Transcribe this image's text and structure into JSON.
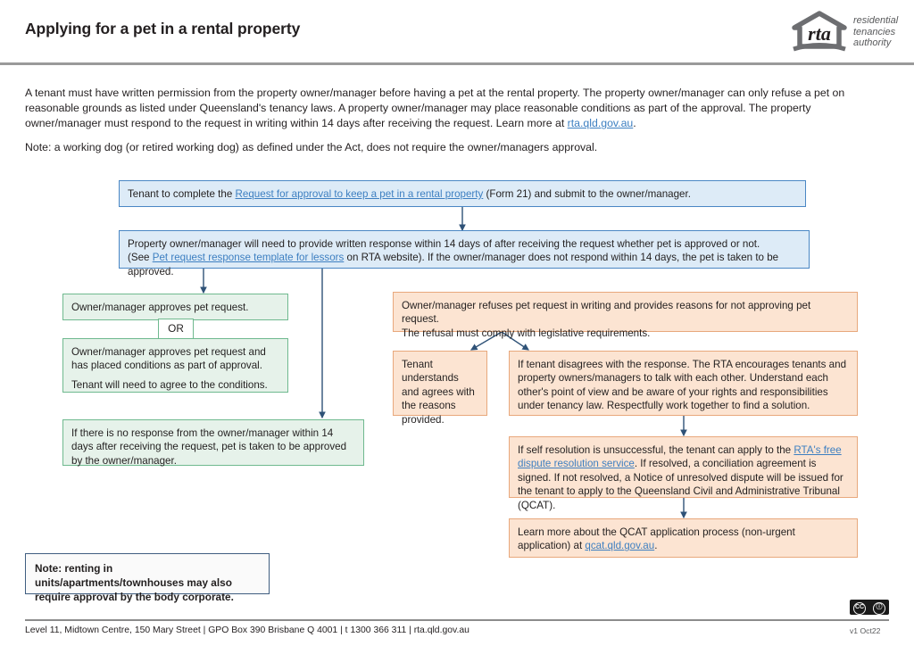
{
  "header": {
    "title": "Applying for a pet in a rental property",
    "logo": {
      "mark_text": "rta",
      "words": "residential\ntenancies\nauthority",
      "words_line1": "residential",
      "words_line2": "tenancies",
      "words_line3": "authority"
    }
  },
  "intro": {
    "paragraph_1_before_link": "A tenant must have written permission from the property owner/manager before having a pet at the rental property. The property owner/manager can only refuse a pet on reasonable grounds as listed under Queensland's tenancy laws. A property owner/manager may place reasonable conditions as part of the approval. The property owner/manager must respond to the request in writing within 14 days after receiving the request. Learn more at ",
    "paragraph_1_link": "rta.qld.gov.au",
    "paragraph_1_after_link": ".",
    "note": "Note: a working dog (or retired working dog) as defined under the Act, does not require the owner/managers approval."
  },
  "flow": {
    "step_tenant_form": {
      "before_link": "Tenant to complete the ",
      "link": "Request for approval to keep a pet in a rental property",
      "after_link": " (Form 21) and submit to the owner/manager."
    },
    "step_owner_response": {
      "line1": "Property owner/manager will need to provide written response within 14 days of after receiving the request whether pet is approved or not.",
      "line2_before_link": "(See ",
      "line2_link": "Pet request response template for lessors",
      "line2_after_link": " on RTA website).  If the owner/manager does not respond within 14 days, the pet is taken to be approved."
    },
    "approve_simple": "Owner/manager approves pet request.",
    "or_badge": "OR",
    "approve_conditions": {
      "line1": "Owner/manager approves pet request and has placed conditions as part of approval.",
      "line2": "Tenant will need to agree to the conditions."
    },
    "no_response": "If there is no response from the owner/manager within 14 days after receiving the request, pet is taken to be approved by the owner/manager.",
    "refusal": {
      "line1": "Owner/manager refuses pet request in writing and provides reasons for not approving pet request.",
      "line2": "The refusal must comply with legislative requirements."
    },
    "tenant_agrees": "Tenant understands and agrees with the reasons provided.",
    "tenant_disagrees": "If tenant disagrees with the response. The RTA encourages tenants and property owners/managers to talk with each other. Understand each other's point of view and be aware of your rights and responsibilities under tenancy law. Respectfully work together to find a solution.",
    "self_resolution": {
      "before_link": "If self resolution is unsuccessful, the tenant can apply to the ",
      "link": "RTA's free dispute resolution service",
      "after_link": ". If resolved, a conciliation agreement is signed. If not resolved, a Notice of unresolved dispute will be issued for the tenant to apply to the Queensland Civil and Administrative Tribunal (QCAT)."
    },
    "qcat": {
      "before_link": "Learn more about the QCAT application process (non-urgent application) at ",
      "link": "qcat.qld.gov.au",
      "after_link": "."
    },
    "body_corporate_note": "Note: renting in units/apartments/townhouses may also require approval by the body corporate."
  },
  "footer": {
    "address": "Level 11, Midtown Centre, 150 Mary Street | GPO Box 390 Brisbane Q 4001 | t 1300 366 311 | rta.qld.gov.au",
    "version": "v1 Oct22",
    "licence_cc": "CC",
    "licence_by": "ⓘ"
  },
  "colors": {
    "blue_fill": "#ddebf7",
    "blue_border": "#4a87c4",
    "green_fill": "#e6f2ea",
    "green_border": "#6fb98f",
    "orange_fill": "#fce4d2",
    "orange_border": "#e8a87c",
    "link": "#3d7fc1",
    "connector": "#2f5277",
    "note_border": "#3f5d80"
  }
}
